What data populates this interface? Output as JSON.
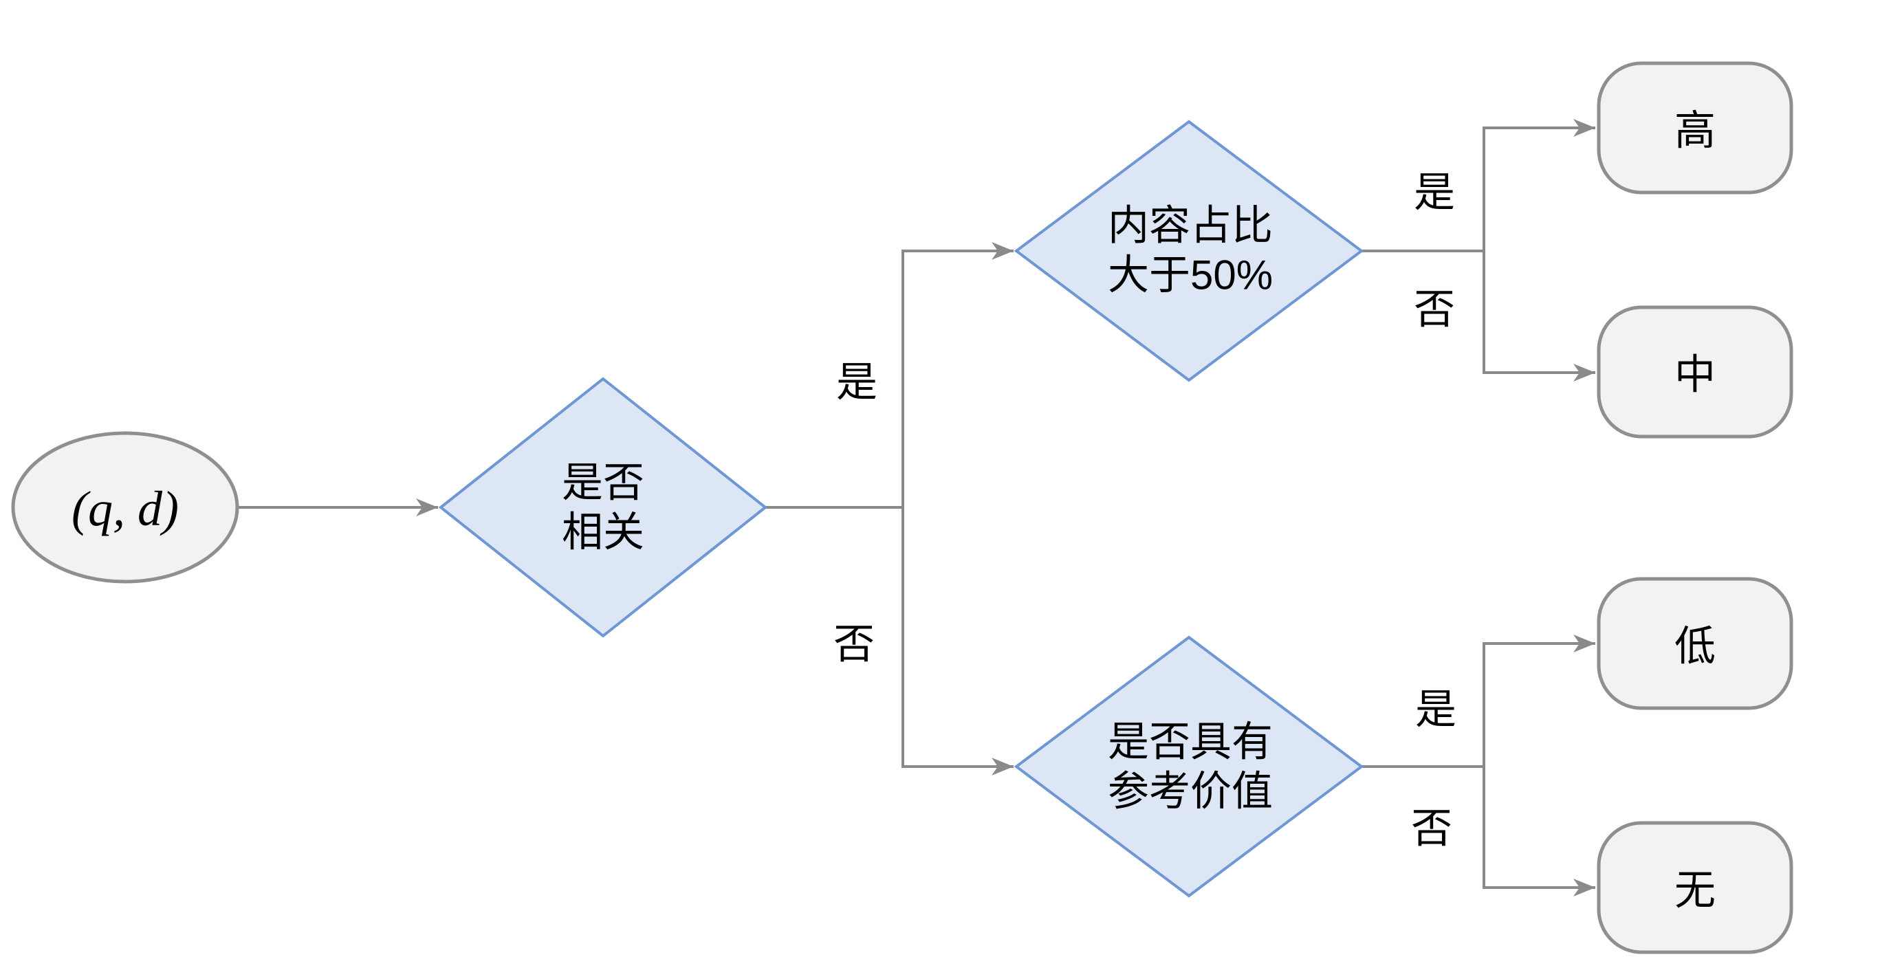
{
  "diagram": {
    "colors": {
      "background": "#ffffff",
      "connector": "#8a8a8a",
      "decision_fill": "#dce6f5",
      "decision_stroke": "#6e97d3",
      "terminal_fill": "#f2f2f2",
      "terminal_stroke": "#8f8f8f",
      "text": "#000000"
    },
    "start": {
      "label": "(q, d)"
    },
    "decisions": {
      "relevance": {
        "line1": "是否",
        "line2": "相关"
      },
      "content_ratio": {
        "line1": "内容占比",
        "line2": "大于50%"
      },
      "reference_value": {
        "line1": "是否具有",
        "line2": "参考价值"
      }
    },
    "outcomes": {
      "high": "高",
      "medium": "中",
      "low": "低",
      "none": "无"
    },
    "edge_labels": {
      "relevance_yes": "是",
      "relevance_no": "否",
      "content_ratio_yes": "是",
      "content_ratio_no": "否",
      "reference_value_yes": "是",
      "reference_value_no": "否"
    }
  }
}
